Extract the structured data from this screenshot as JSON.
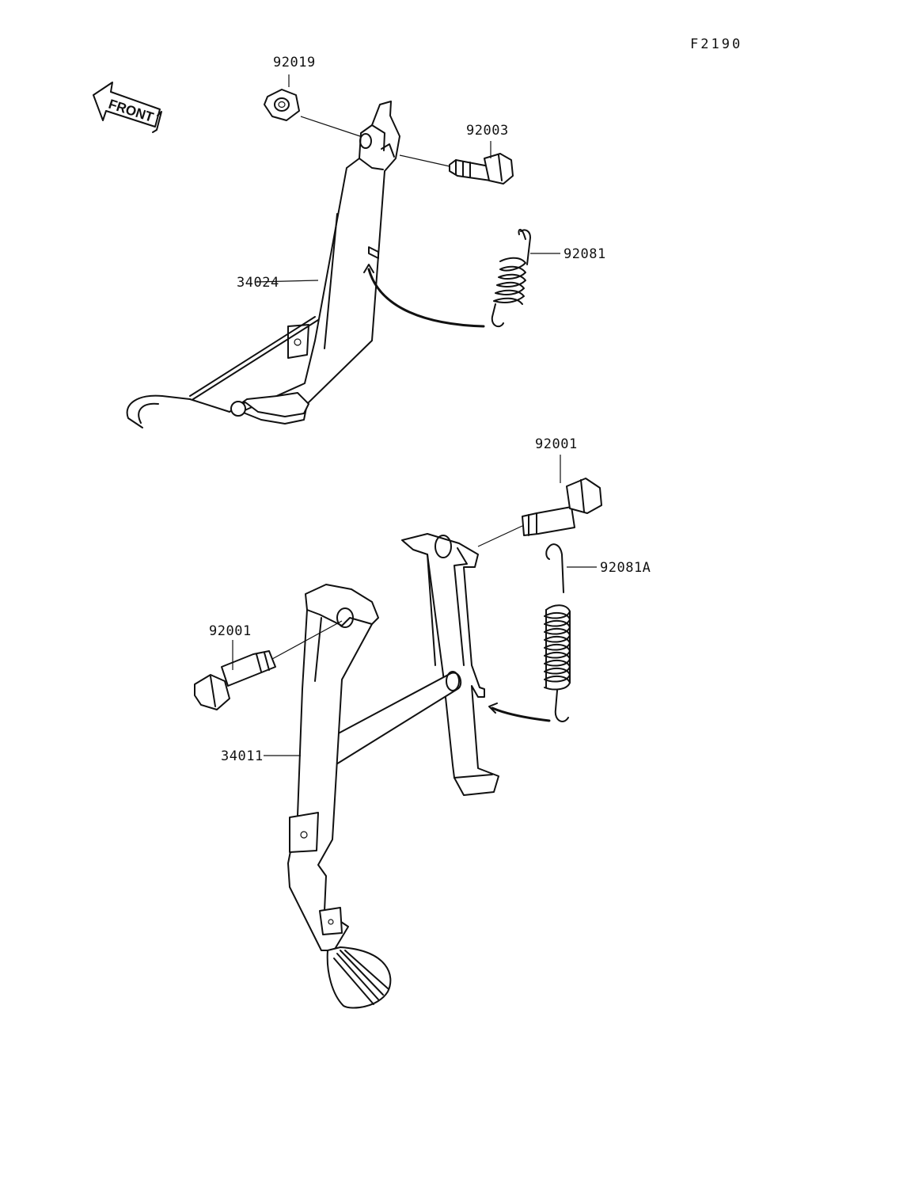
{
  "diagram": {
    "reference_code": "F2190",
    "front_label": "FRONT",
    "labels": {
      "nut_92019": "92019",
      "bolt_92003": "92003",
      "spring_92081": "92081",
      "side_stand_34024": "34024",
      "bolt_92001_right": "92001",
      "spring_92081a": "92081A",
      "bolt_92001_left": "92001",
      "center_stand_34011": "34011"
    }
  }
}
